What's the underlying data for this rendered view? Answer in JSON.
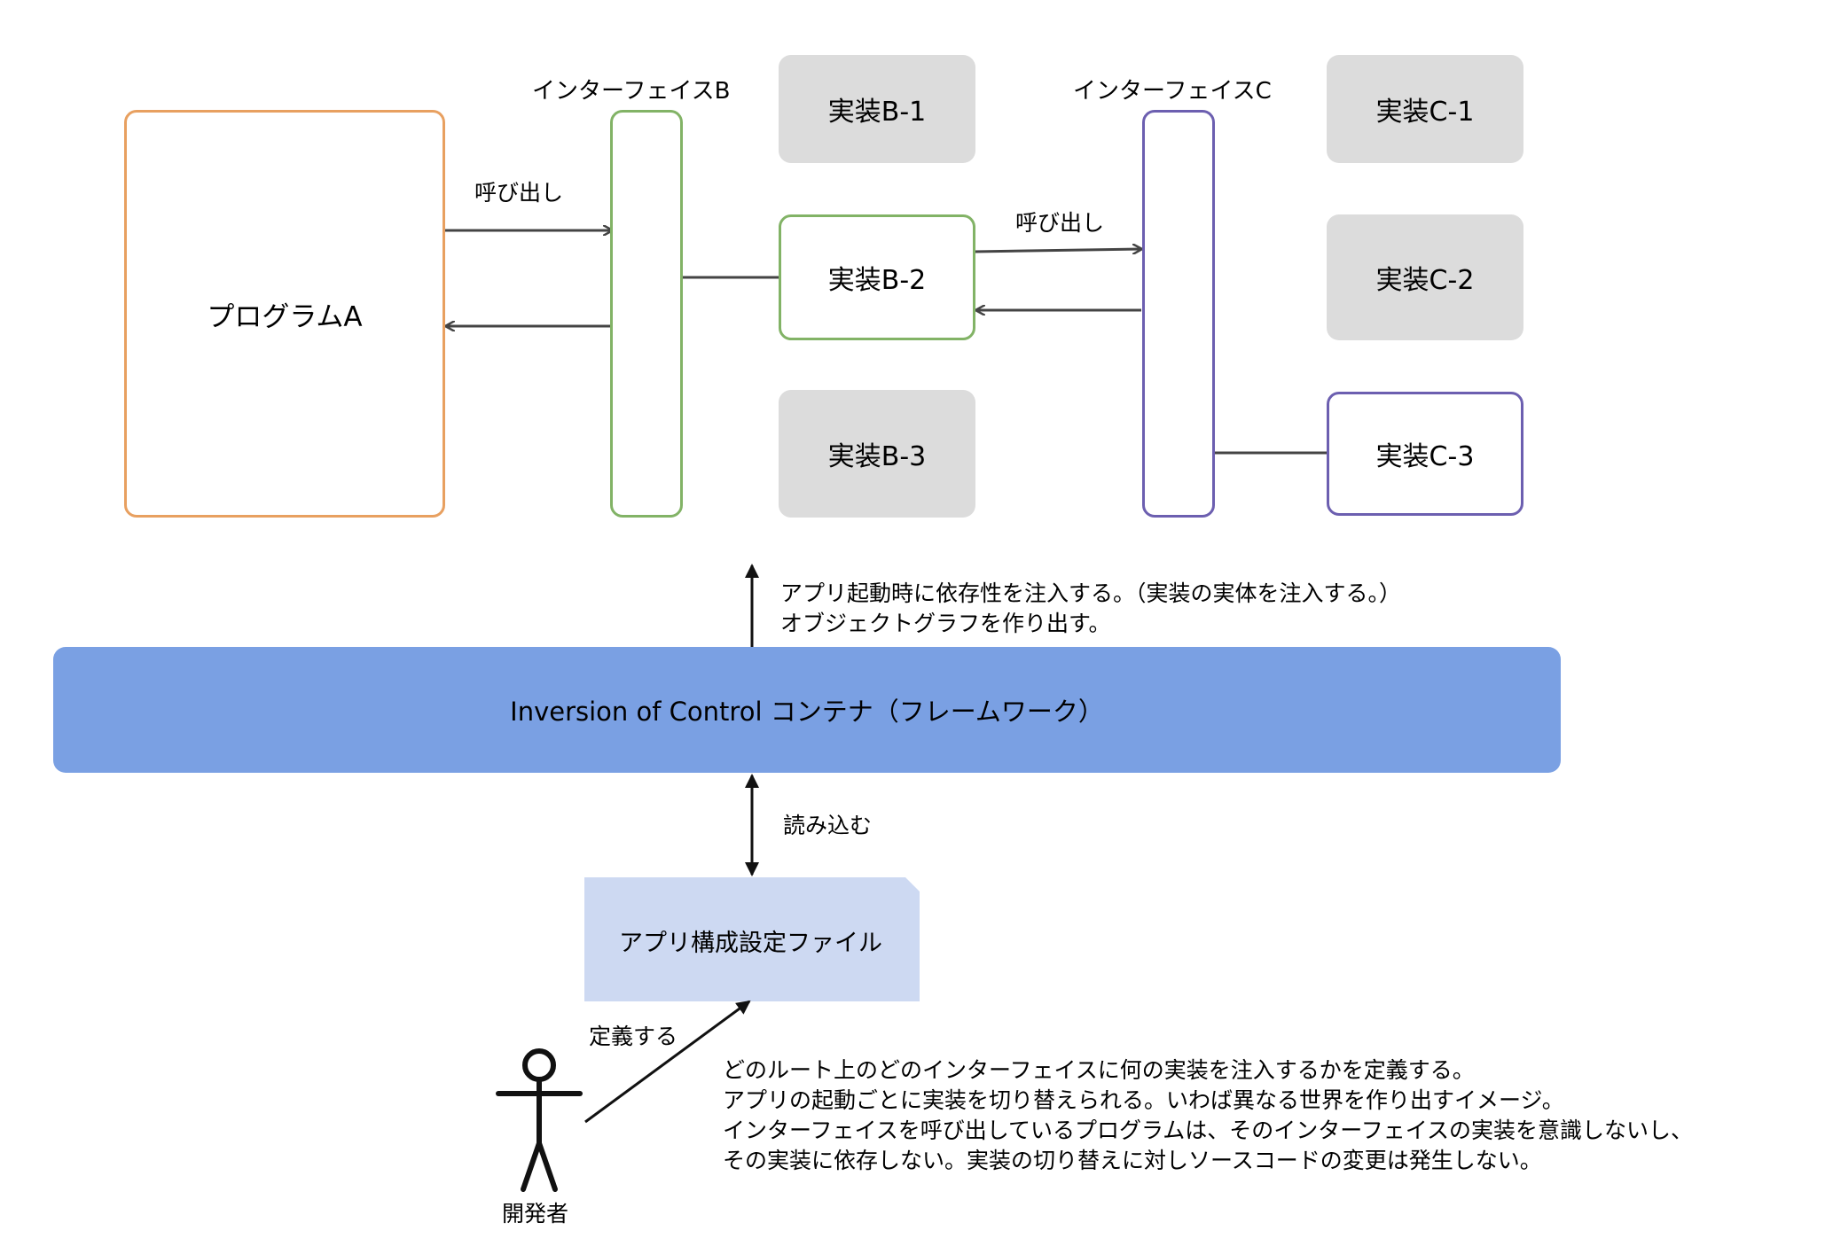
{
  "program_a": {
    "label": "プログラムA",
    "color": "#e8a060"
  },
  "interface_b": {
    "title": "インターフェイスB",
    "color": "#82b366"
  },
  "interface_c": {
    "title": "インターフェイスC",
    "color": "#6c5fb0"
  },
  "impl_b": {
    "b1": "実装B-1",
    "b2": "実装B-2",
    "b3": "実装B-3",
    "active_color": "#82b366",
    "inactive_bg": "#dcdcdc"
  },
  "impl_c": {
    "c1": "実装C-1",
    "c2": "実装C-2",
    "c3": "実装C-3",
    "active_color": "#6c5fb0",
    "inactive_bg": "#dcdcdc"
  },
  "edges": {
    "call_ab": "呼び出し",
    "call_bc": "呼び出し",
    "loads": "読み込む",
    "defines": "定義する"
  },
  "injection_note": {
    "line1": "アプリ起動時に依存性を注入する。（実装の実体を注入する。）",
    "line2": "オブジェクトグラフを作り出す。"
  },
  "ioc_container": {
    "label": "Inversion of Control コンテナ（フレームワーク）",
    "color": "#7aa0e3"
  },
  "config_file": {
    "label": "アプリ構成設定ファイル",
    "color": "#cdd9f2"
  },
  "actor": {
    "label": "開発者"
  },
  "description": {
    "line1": "どのルート上のどのインターフェイスに何の実装を注入するかを定義する。",
    "line2": "アプリの起動ごとに実装を切り替えられる。いわば異なる世界を作り出すイメージ。",
    "line3": "インターフェイスを呼び出しているプログラムは、そのインターフェイスの実装を意識しないし、",
    "line4": "その実装に依存しない。実装の切り替えに対しソースコードの変更は発生しない。"
  }
}
